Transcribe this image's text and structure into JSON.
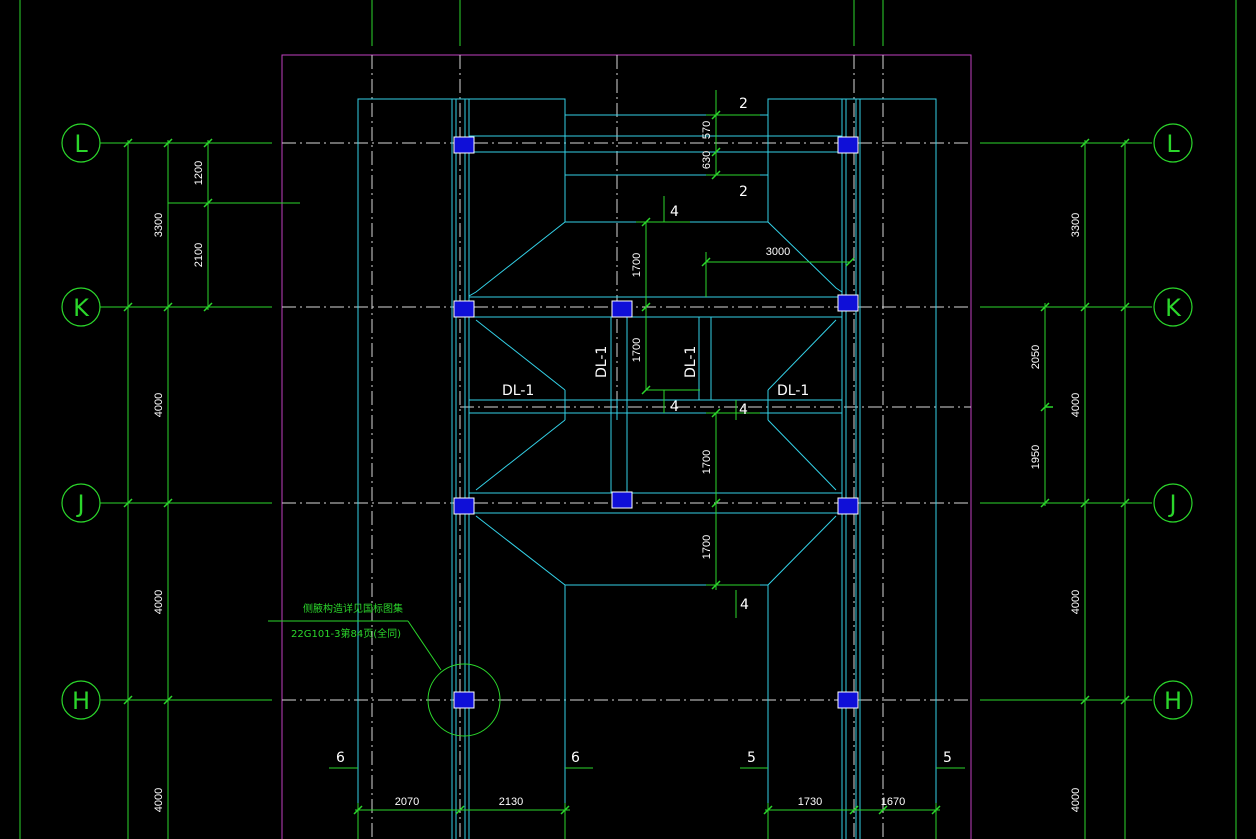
{
  "colors": {
    "background": "#000000",
    "axis_green": "#2bd62b",
    "dim_green": "#2bd62b",
    "cyan": "#33d0e6",
    "magenta": "#c040c0",
    "centerline": "#d8d8d8",
    "column_fill": "#0f0fd8",
    "column_stroke": "#ffffff",
    "text_white": "#ffffff"
  },
  "axes": {
    "row_labels": [
      "L",
      "K",
      "J",
      "H"
    ]
  },
  "dimensions": {
    "left_outer": [
      "3300",
      "4000",
      "4000",
      "4000"
    ],
    "left_inner": [
      "1200",
      "2100"
    ],
    "right_outer": [
      "3300",
      "4000",
      "4000",
      "4000"
    ],
    "right_inner": [
      "2050",
      "1950"
    ],
    "top_small": [
      "570",
      "630"
    ],
    "middle_vertical": [
      "1700",
      "1700",
      "1700",
      "1700"
    ],
    "beam_span": "3000",
    "bottom": [
      "2070",
      "2130",
      "1730",
      "1670"
    ]
  },
  "beam_labels": {
    "horizontal_left": "DL-1",
    "horizontal_right": "DL-1",
    "vertical_1": "DL-1",
    "vertical_2": "DL-1"
  },
  "section_marks": {
    "top_2a": "2",
    "top_2b": "2",
    "mid_4a": "4",
    "mid_4b": "4",
    "mid_4c": "4",
    "bot_4": "4",
    "six_left": "6",
    "six_right": "6",
    "five_left": "5",
    "five_right": "5"
  },
  "note": {
    "line1": "侧腋构造详见国标图集",
    "line2": "22G101-3第84页(全同)"
  }
}
